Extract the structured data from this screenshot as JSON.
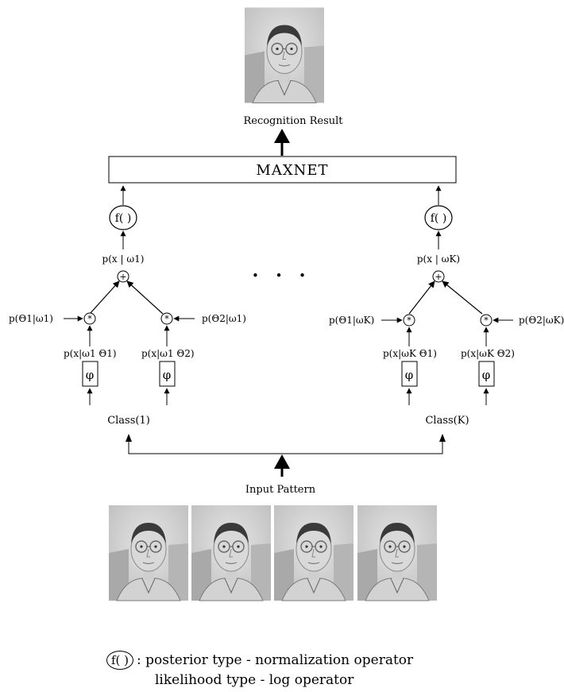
{
  "top_result_label": "Recognition Result",
  "maxnet_label": "MAXNET",
  "operator_label": "f( )",
  "sum_symbol": "+",
  "product_symbol": "*",
  "phi_symbol": "φ",
  "ellipsis": "• • •",
  "input_label": "Input Pattern",
  "left_branch": {
    "class_label": "Class(1)",
    "sum_output": "p(x | ω1)",
    "prior_left": "p(Θ1|ω1) ",
    "prior_right": "p(Θ2|ω1)",
    "likelihood_left": "p(x|ω1 Θ1)",
    "likelihood_right": "p(x|ω1 Θ2)"
  },
  "right_branch": {
    "class_label": "Class(K)",
    "sum_output": "p(x | ωK)",
    "prior_left": "p(Θ1|ωK)",
    "prior_right": "p(Θ2|ωK)",
    "likelihood_left": "p(x|ωK Θ1)",
    "likelihood_right": "p(x|ωK Θ2)"
  },
  "legend": {
    "symbol": "f( )",
    "line1": ": posterior type - normalization operator",
    "line2": "likelihood type - log operator"
  }
}
